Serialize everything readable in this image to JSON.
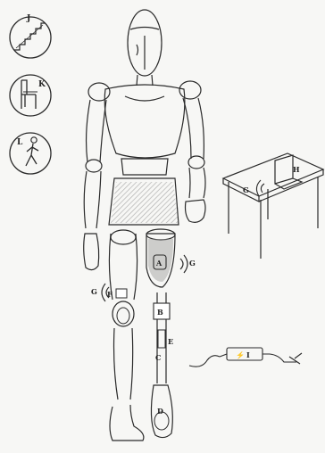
{
  "labels": {
    "a": "A",
    "b": "B",
    "c": "C",
    "d": "D",
    "e": "E",
    "f": "F",
    "g": "G",
    "h": "H",
    "i": "I",
    "j": "J",
    "k": "K",
    "l": "L"
  },
  "colors": {
    "paper": "#f7f7f5",
    "ink": "#2a2a2a",
    "shade": "#8a8a8a"
  },
  "icons": [
    "stairs-icon",
    "chair-icon",
    "walking-person-icon",
    "laptop-icon",
    "battery-charger-icon",
    "wireless-signal-icon"
  ]
}
